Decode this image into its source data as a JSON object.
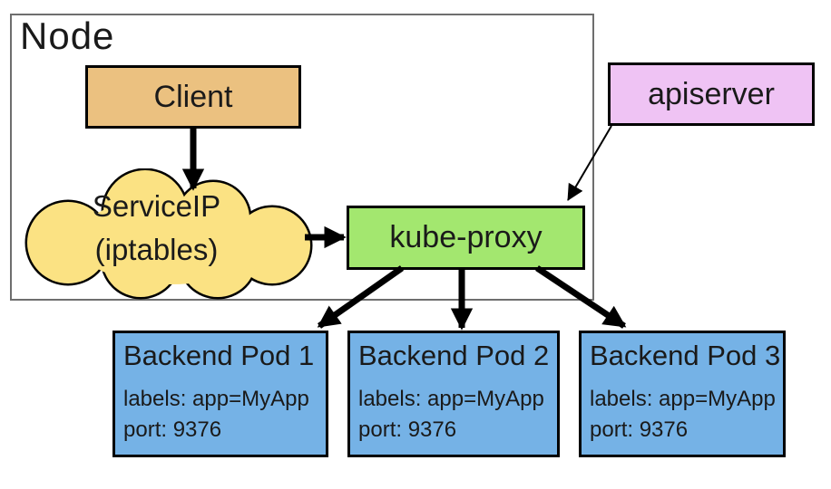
{
  "diagram": {
    "node": {
      "label": "Node"
    },
    "client": {
      "label": "Client"
    },
    "service_ip": {
      "line1": "ServiceIP",
      "line2": "(iptables)"
    },
    "kube_proxy": {
      "label": "kube-proxy"
    },
    "apiserver": {
      "label": "apiserver"
    },
    "pods": [
      {
        "title": "Backend Pod 1",
        "labels": "labels: app=MyApp",
        "port": "port: 9376"
      },
      {
        "title": "Backend Pod 2",
        "labels": "labels: app=MyApp",
        "port": "port: 9376"
      },
      {
        "title": "Backend Pod 3",
        "labels": "labels: app=MyApp",
        "port": "port: 9376"
      }
    ]
  },
  "colors": {
    "background": "#FFFFFF",
    "client-fill": "#EBC180",
    "cloud-fill": "#FBE283",
    "kubeproxy-fill": "#A3E76F",
    "apiserver-fill": "#EFC3F4",
    "pod-fill": "#75B2E6",
    "stroke": "#000000",
    "node-border": "#6E6E6E",
    "text": "#1A1A1A"
  }
}
